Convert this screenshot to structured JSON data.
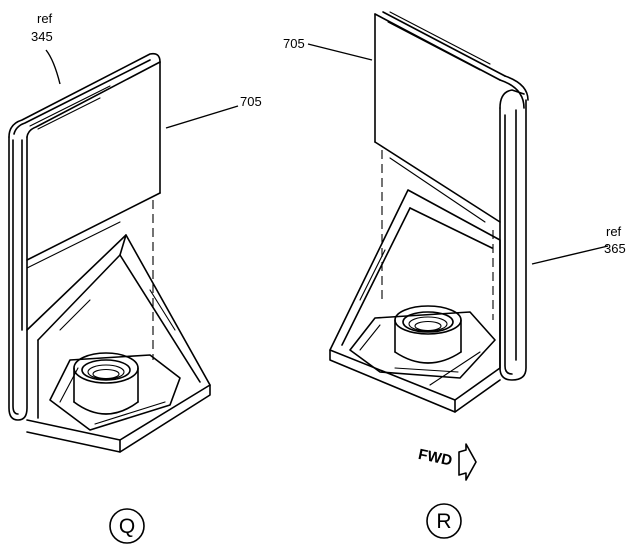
{
  "labels": {
    "ref_345_line1": "ref",
    "ref_345_line2": "345",
    "left_705": "705",
    "right_705": "705",
    "ref_365_line1": "ref",
    "ref_365_line2": "365"
  },
  "views": {
    "left": "Q",
    "right": "R"
  },
  "direction": {
    "text": "FWD",
    "icon": "forward-arrow-icon"
  }
}
